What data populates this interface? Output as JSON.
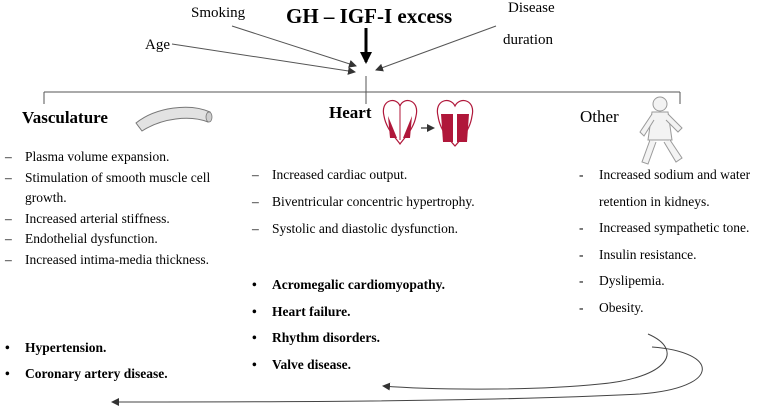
{
  "title": "GH – IGF-I excess",
  "factors": {
    "smoking": "Smoking",
    "age": "Age",
    "disease_line1": "Disease",
    "disease_line2": "duration"
  },
  "columns": {
    "vasculature": {
      "heading": "Vasculature",
      "items": [
        {
          "marker": "–",
          "text": "Plasma volume expansion."
        },
        {
          "marker": "–",
          "text": "Stimulation of smooth muscle cell"
        },
        {
          "marker": "",
          "text": "growth."
        },
        {
          "marker": "–",
          "text": "Increased arterial stiffness."
        },
        {
          "marker": "–",
          "text": "Endothelial dysfunction."
        },
        {
          "marker": "–",
          "text": "Increased intima-media thickness."
        }
      ],
      "outcomes": [
        {
          "marker": "•",
          "text": "Hypertension."
        },
        {
          "marker": "•",
          "text": "Coronary artery disease."
        }
      ]
    },
    "heart": {
      "heading": "Heart",
      "items": [
        {
          "marker": "–",
          "text": "Increased cardiac output."
        },
        {
          "marker": "–",
          "text": "Biventricular concentric hypertrophy."
        },
        {
          "marker": "–",
          "text": "Systolic and diastolic dysfunction."
        }
      ],
      "outcomes": [
        {
          "marker": "•",
          "text": "Acromegalic cardiomyopathy."
        },
        {
          "marker": "•",
          "text": "Heart failure."
        },
        {
          "marker": "•",
          "text": "Rhythm disorders."
        },
        {
          "marker": "•",
          "text": "Valve disease."
        }
      ]
    },
    "other": {
      "heading": "Other",
      "items": [
        {
          "marker": "-",
          "text": "Increased sodium and water"
        },
        {
          "marker": "",
          "text": "retention in kidneys."
        },
        {
          "marker": "-",
          "text": "Increased sympathetic tone."
        },
        {
          "marker": "-",
          "text": "Insulin resistance."
        },
        {
          "marker": "-",
          "text": "Dyslipemia."
        },
        {
          "marker": "-",
          "text": "Obesity."
        }
      ]
    }
  },
  "colors": {
    "heart_red": "#b0173a",
    "line": "#444444"
  },
  "icons": {
    "vasculature": "vessel-icon",
    "heart": "heart-icon",
    "other": "human-body-icon"
  }
}
